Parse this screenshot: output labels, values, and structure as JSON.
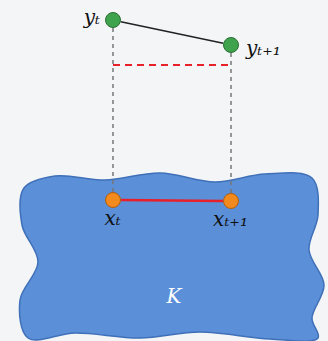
{
  "diagram": {
    "nodes": [
      {
        "text": [
          "yₜ"
        ]
      },
      {
        "text": [
          "yₜ₊₁"
        ]
      },
      {
        "text": [
          "K"
        ]
      },
      {
        "text": [
          "xₜ"
        ],
        "in": 2
      },
      {
        "text": [
          "xₜ₊₁"
        ],
        "in": 2
      }
    ],
    "edges": [
      {
        "from": 0,
        "to": 1,
        "arrow": "none"
      },
      {
        "from": 3,
        "to": 4,
        "arrow": "none"
      },
      {
        "from": 0,
        "to": 3,
        "arrow": "none"
      },
      {
        "from": 1,
        "to": 4,
        "arrow": "none"
      }
    ]
  }
}
